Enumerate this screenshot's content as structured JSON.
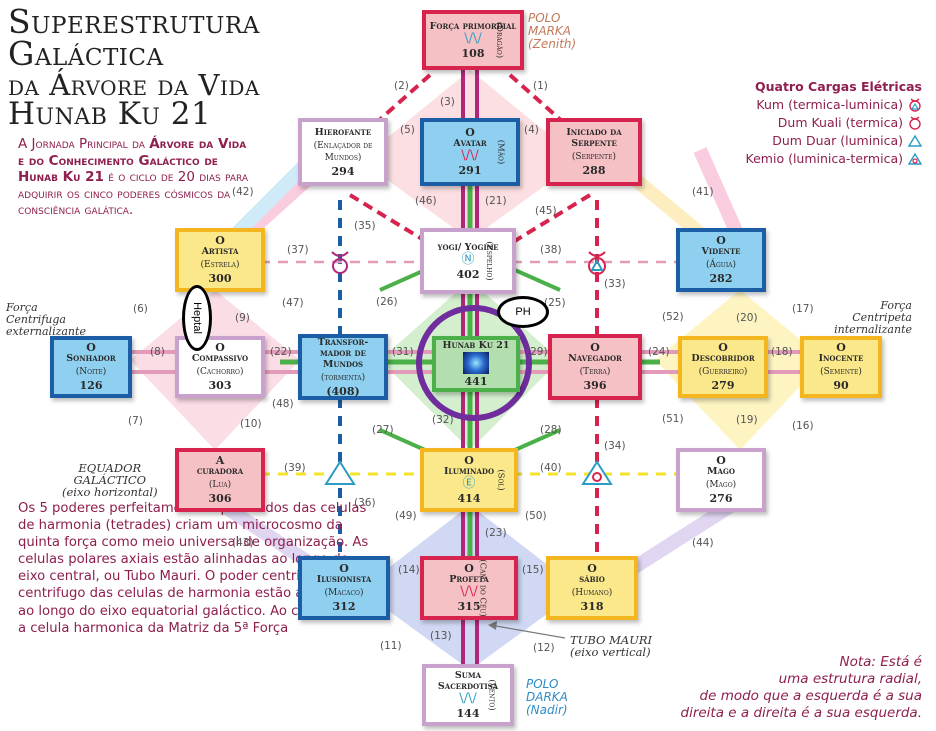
{
  "title": {
    "line1": "Superestrutura",
    "line2": "Galáctica",
    "line3": "da Árvore da Vida",
    "line4": "Hunab Ku 21"
  },
  "intro": {
    "part1": "A Jornada Principal da ",
    "bold": "Árvore da Vida e do Conhecimento Galáctico de Hunab Ku 21",
    "part2": " é o ciclo de 20 dias para adquirir os cinco poderes cósmicos da consciência galática."
  },
  "polo_top": {
    "line1": "POLO",
    "line2": "MARKA",
    "line3": "(Zenith)"
  },
  "polo_bottom": {
    "line1": "POLO",
    "line2": "DARKA",
    "line3": "(Nadir)"
  },
  "legend": {
    "title": "Quatro Cargas Elétricas",
    "items": [
      {
        "label": "Kum (termica-luminica)",
        "icon": "kum-icon"
      },
      {
        "label": "Dum Kuali (termica)",
        "icon": "dum-kuali-icon"
      },
      {
        "label": "Dum Duar (luminica)",
        "icon": "dum-duar-icon"
      },
      {
        "label": "Kemio (luminica-termica)",
        "icon": "kemio-icon"
      }
    ]
  },
  "side_labels": {
    "left_force": [
      "Força",
      "Centrifuga",
      "externalizante"
    ],
    "right_force": [
      "Força",
      "Centripeta",
      "internalizante"
    ],
    "equator": [
      "EQUADOR",
      "GALÁCTICO",
      "(eixo horizontal)"
    ],
    "tubo": [
      "TUBO MAURI",
      "(eixo vertical)"
    ]
  },
  "bottom_text": "Os 5 poderes perfeitamente equilibrados das celulas de harmonia (tetrades) criam um microcosmo da quinta força como meio universal de organização. As celulas polares axiais estão alinhadas ao longo do eixo central, ou Tubo Mauri. O poder centripeto e o centrifugo das celulas de harmonia estão alinhados ao longo do eixo equatorial galáctico. Ao centro está a celula harmonica da Matriz da 5ª Força",
  "nota": [
    "Nota: Está é",
    "uma estrutura radial,",
    "de modo que a esquerda é a sua",
    "direita e a direita é a sua esquerda."
  ],
  "annotations": {
    "heptal": "Heptal",
    "ph": "PH"
  },
  "nodes": [
    {
      "id": "forca-primordial",
      "pre": "",
      "name": "Força primordial",
      "sub": "",
      "side": "(Dragão)",
      "glyph": "\\/\\/",
      "num": "108",
      "color": "pink"
    },
    {
      "id": "hierofante",
      "pre": "",
      "name": "Hierofante",
      "sub": "(Enlaçador de Mundos)",
      "side": "",
      "glyph": "",
      "num": "294",
      "color": "white"
    },
    {
      "id": "avatar",
      "pre": "O",
      "name": "Avatar",
      "sub": "",
      "side": "(Mão)",
      "glyph": "\\/\\/",
      "num": "291",
      "color": "blue"
    },
    {
      "id": "iniciado",
      "pre": "",
      "name": "Iniciado da Serpente",
      "sub": "(Serpente)",
      "side": "",
      "glyph": "",
      "num": "288",
      "color": "pink"
    },
    {
      "id": "artista",
      "pre": "O",
      "name": "Artista",
      "sub": "(Estrela)",
      "side": "",
      "glyph": "",
      "num": "300",
      "color": "yellow"
    },
    {
      "id": "yogi",
      "pre": "",
      "name": "yogi/ Yogine",
      "sub": "",
      "side": "(Espelho)",
      "glyph": "Ⓝ",
      "num": "402",
      "color": "white"
    },
    {
      "id": "vidente",
      "pre": "O",
      "name": "Vidente",
      "sub": "(Águia)",
      "side": "",
      "glyph": "",
      "num": "282",
      "color": "blue"
    },
    {
      "id": "sonhador",
      "pre": "O",
      "name": "Sonhador",
      "sub": "(Noite)",
      "side": "",
      "glyph": "",
      "num": "126",
      "color": "blue"
    },
    {
      "id": "compassivo",
      "pre": "O",
      "name": "Compassivo",
      "sub": "(Cachorro)",
      "side": "",
      "glyph": "",
      "num": "303",
      "color": "white"
    },
    {
      "id": "transformador",
      "pre": "",
      "name": "Transfor- mador de Mundos",
      "sub": "(tormenta)",
      "side": "",
      "glyph": "",
      "num": "(408)",
      "color": "blue"
    },
    {
      "id": "hunab",
      "pre": "",
      "name": "Hunab Ku 21",
      "sub": "",
      "side": "",
      "glyph": "",
      "num": "441",
      "color": "green"
    },
    {
      "id": "navegador",
      "pre": "O",
      "name": "Navegador",
      "sub": "(Terra)",
      "side": "",
      "glyph": "",
      "num": "396",
      "color": "pink"
    },
    {
      "id": "descobridor",
      "pre": "O",
      "name": "Descobridor",
      "sub": "(Guerreiro)",
      "side": "",
      "glyph": "",
      "num": "279",
      "color": "yellow"
    },
    {
      "id": "inocente",
      "pre": "O",
      "name": "Inocente",
      "sub": "(Semente)",
      "side": "",
      "glyph": "",
      "num": "90",
      "color": "yellow"
    },
    {
      "id": "curadora",
      "pre": "A",
      "name": "curadora",
      "sub": "(Lua)",
      "side": "",
      "glyph": "",
      "num": "306",
      "color": "pink"
    },
    {
      "id": "iluminado",
      "pre": "O",
      "name": "Iluminado",
      "sub": "",
      "side": "(Sol)",
      "glyph": "Ⓔ",
      "num": "414",
      "color": "yellow"
    },
    {
      "id": "mago",
      "pre": "O",
      "name": "Mago",
      "sub": "(Mago)",
      "side": "",
      "glyph": "",
      "num": "276",
      "color": "white"
    },
    {
      "id": "ilusionista",
      "pre": "O",
      "name": "Ilusionista",
      "sub": "(Macaco)",
      "side": "",
      "glyph": "",
      "num": "312",
      "color": "blue"
    },
    {
      "id": "profeta",
      "pre": "O",
      "name": "Profeta",
      "sub": "",
      "side": "(Cam. do Céu)",
      "glyph": "\\/\\/",
      "num": "315",
      "color": "pink"
    },
    {
      "id": "sabio",
      "pre": "O",
      "name": "sábio",
      "sub": "(Humano)",
      "side": "",
      "glyph": "",
      "num": "318",
      "color": "yellow"
    },
    {
      "id": "suma",
      "pre": "",
      "name": "Suma Sacerdotisa",
      "sub": "",
      "side": "(Vento)",
      "glyph": "\\/\\/",
      "num": "144",
      "color": "white"
    }
  ],
  "path_numbers": [
    "(1)",
    "(2)",
    "(3)",
    "(4)",
    "(5)",
    "(6)",
    "(7)",
    "(8)",
    "(9)",
    "(10)",
    "(11)",
    "(12)",
    "(13)",
    "(14)",
    "(15)",
    "(16)",
    "(17)",
    "(18)",
    "(19)",
    "(20)",
    "(21)",
    "(22)",
    "(23)",
    "(24)",
    "(25)",
    "(26)",
    "(27)",
    "(28)",
    "(29)",
    "(31)",
    "(32)",
    "(33)",
    "(34)",
    "(35)",
    "(36)",
    "(37)",
    "(38)",
    "(39)",
    "(40)",
    "(41)",
    "(42)",
    "(43)",
    "(44)",
    "(45)",
    "(46)",
    "(47)",
    "(48)",
    "(49)",
    "(50)",
    "(51)",
    "(52)"
  ]
}
